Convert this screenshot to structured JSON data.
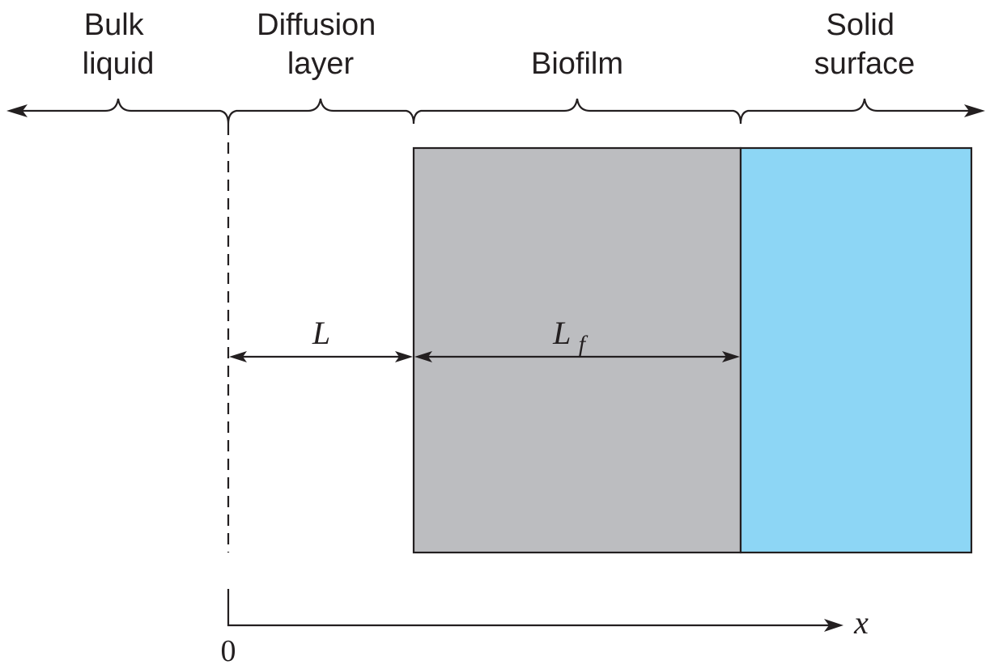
{
  "regions": {
    "bulk_liquid": [
      "Bulk",
      "liquid"
    ],
    "diffusion_layer": [
      "Diffusion",
      "layer"
    ],
    "biofilm": [
      "Biofilm"
    ],
    "solid_surface": [
      "Solid",
      "surface"
    ]
  },
  "dimensions": {
    "diffusion_thickness": {
      "symbol": "L",
      "subscript": ""
    },
    "biofilm_thickness": {
      "symbol": "L",
      "subscript": "f"
    }
  },
  "axis": {
    "origin": "0",
    "variable": "x"
  },
  "colors": {
    "biofilm_fill": "#bcbdc0",
    "solid_fill": "#8dd6f5",
    "line": "#231f20"
  }
}
